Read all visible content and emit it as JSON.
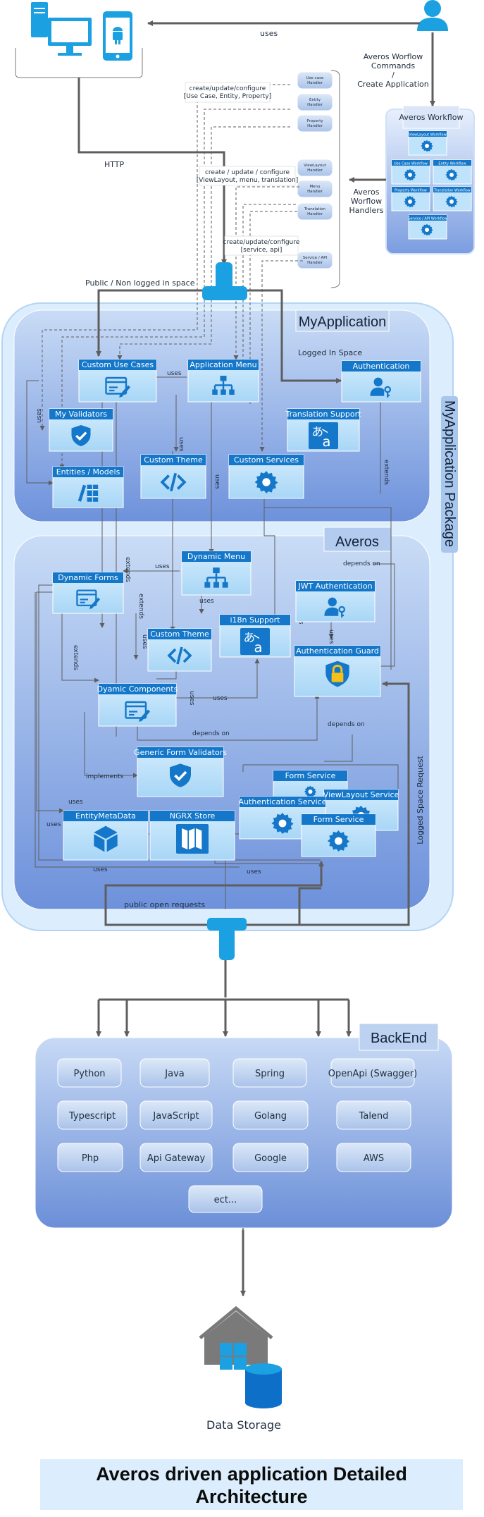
{
  "title": "Averos driven application Detailed Architecture",
  "edge_labels": {
    "uses_top": "uses",
    "workflow_commands": "Averos Worflow Commands / Create Application",
    "http": "HTTP",
    "handlers_cmd1": "create/update/configure [Use Case, Entity, Property]",
    "handlers_cmd2": "create / update / configure [ViewLayout, menu, translation]",
    "handlers_cmd3": "create/update/configure [service, api]",
    "workflow_handlers": "Averos Worflow Handlers",
    "public_space": "Public / Non logged in space",
    "logged_in_space": "Logged In Space",
    "uses": "uses",
    "extends": "extends",
    "implements": "implements",
    "depends_on": "depends on",
    "public_open_requests": "public open requests",
    "logged_space_request": "Logged Space Request"
  },
  "handlers": [
    "Use case Handler",
    "Entity Handler",
    "Property Handler",
    "ViewLayout Handler",
    "Menu Handler",
    "Translation Handler",
    "Service / API Handler"
  ],
  "workflow": {
    "title": "Averos Workflow",
    "items": [
      "ViewLayout Workflow",
      "Use Case Workflow",
      "Entity Workflow",
      "Property Workflow",
      "Translation Workflow",
      "Service / API Workflow"
    ]
  },
  "package_label": "MyApplication Package",
  "myapp": {
    "header": "MyApplication",
    "cards": {
      "use_cases": "Custom Use Cases",
      "app_menu": "Application Menu",
      "authentication": "Authentication",
      "validators": "My Validators",
      "translation": "Translation Support",
      "theme": "Custom Theme",
      "services": "Custom Services",
      "entities": "Entities / Models"
    }
  },
  "averos": {
    "header": "Averos",
    "cards": {
      "dynamic_forms": "Dynamic Forms",
      "dynamic_menu": "Dynamic Menu",
      "jwt": "JWT Authentication",
      "i18n": "i18n Support",
      "theme": "Custom Theme",
      "auth_guard": "Authentication Guard",
      "components": "Dyamic Components",
      "form_validators": "Generic Form Validators",
      "form_service_back": "Form Service",
      "viewlayout_service": "ViewLayout Service",
      "auth_service": "Authentication Service",
      "form_service": "Form Service",
      "metadata": "EntityMetaData",
      "ngrx": "NGRX Store"
    }
  },
  "backend": {
    "header": "BackEnd",
    "techs": [
      "Python",
      "Java",
      "Spring",
      "OpenApi (Swagger)",
      "Typescript",
      "JavaScript",
      "Golang",
      "Talend",
      "Php",
      "Api Gateway",
      "Google",
      "AWS",
      "ect..."
    ]
  },
  "storage_label": "Data Storage",
  "colors": {
    "bright_blue": "#1ba1e2",
    "card_fill": "#bfe3fb",
    "header_blue": "#1477c9",
    "container_blue": "#6f94dc",
    "package_fill": "#dceefd",
    "arrow_gray": "#5e5e5e"
  }
}
